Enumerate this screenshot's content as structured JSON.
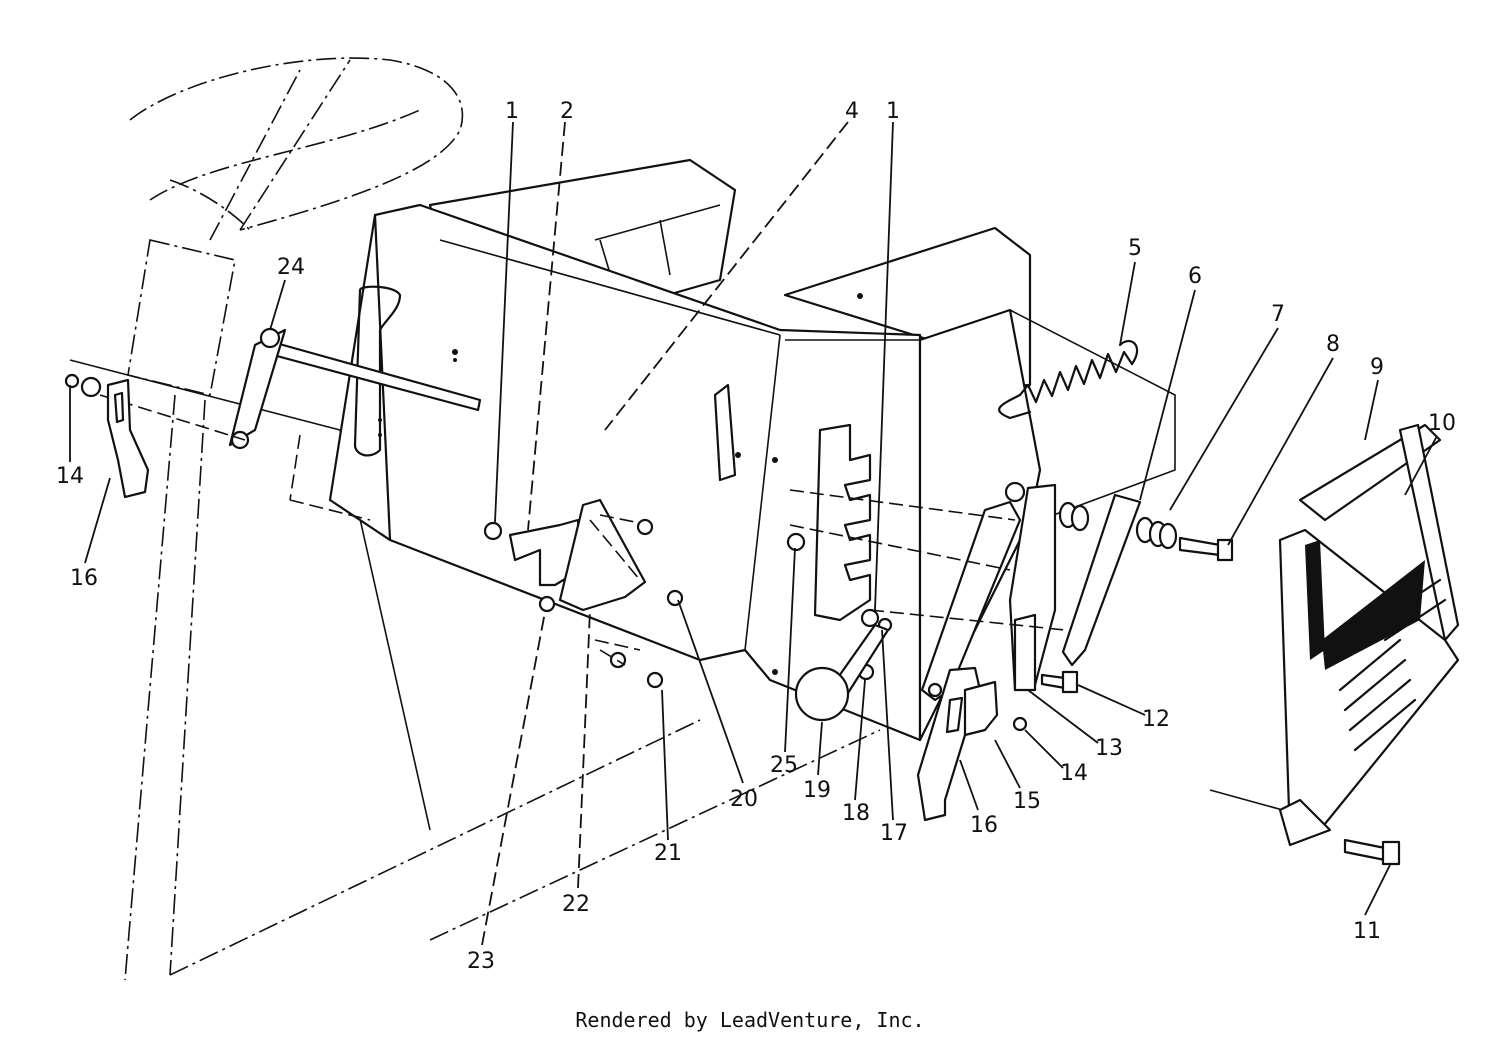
{
  "footer": "Rendered by LeadVenture, Inc.",
  "callouts": [
    "1",
    "2",
    "4",
    "1",
    "5",
    "6",
    "7",
    "8",
    "9",
    "10",
    "11",
    "12",
    "13",
    "14",
    "15",
    "16",
    "17",
    "18",
    "19",
    "20",
    "21",
    "22",
    "23",
    "24",
    "25",
    "14",
    "16"
  ]
}
